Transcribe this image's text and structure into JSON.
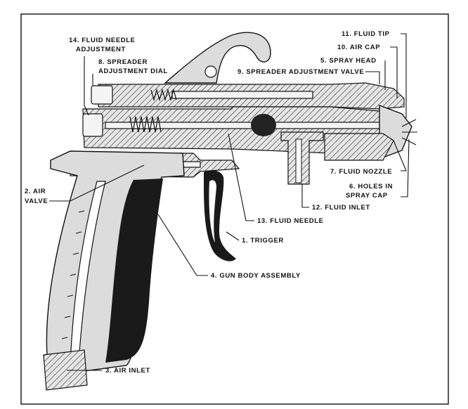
{
  "labels": {
    "fluid_needle_adjustment": [
      "14. FLUID NEEDLE",
      "ADJUSTMENT"
    ],
    "spreader_adjustment_dial": [
      "8. SPREADER",
      "ADJUSTMENT DIAL"
    ],
    "spreader_adjustment_valve": "9. SPREADER ADJUSTMENT VALVE",
    "fluid_tip": "11. FLUID TIP",
    "air_cap": "10. AIR CAP",
    "spray_head": "5. SPRAY HEAD",
    "fluid_nozzle": "7. FLUID NOZZLE",
    "holes_in_spray_cap": [
      "6. HOLES IN",
      "SPRAY CAP"
    ],
    "air_valve": [
      "2. AIR",
      "VALVE"
    ],
    "fluid_inlet": "12. FLUID INLET",
    "fluid_needle": "13. FLUID NEEDLE",
    "trigger": "1. TRIGGER",
    "gun_body_assembly": "4. GUN BODY ASSEMBLY",
    "air_inlet": "3. AIR INLET"
  }
}
